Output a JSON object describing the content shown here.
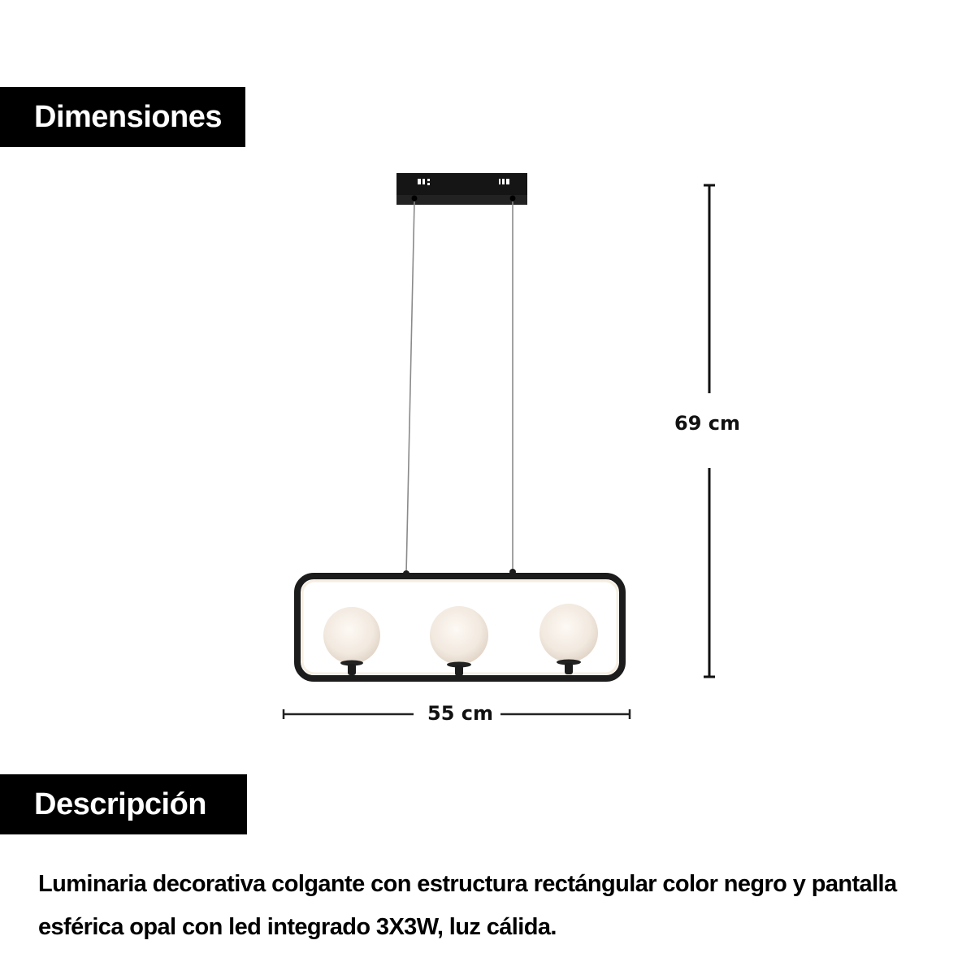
{
  "sections": {
    "dimensions": {
      "title": "Dimensiones"
    },
    "description": {
      "title": "Descripción"
    }
  },
  "dimensions": {
    "height": {
      "label": "69 cm",
      "value": 69,
      "unit": "cm"
    },
    "width": {
      "label": "55 cm",
      "value": 55,
      "unit": "cm"
    }
  },
  "product": {
    "description": "Luminaria decorativa colgante con estructura rectángular color negro y pantalla esférica opal con led integrado 3X3W, luz cálida.",
    "globes": 3,
    "colors": {
      "frame": "#1a1a1a",
      "globe": "#f3ece4",
      "canopy": "#151515"
    }
  }
}
